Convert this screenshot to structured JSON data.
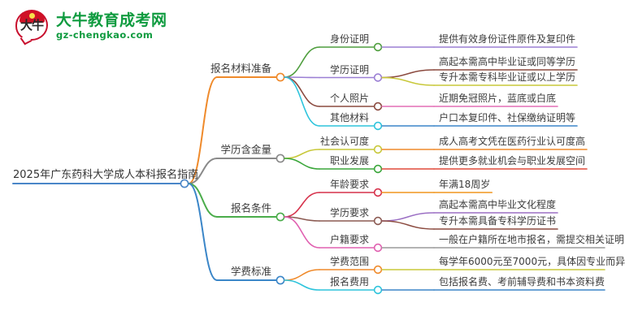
{
  "logo": {
    "mark_text": "大牛",
    "title": "大牛教育成考网",
    "subtitle": "gz-chengkao.com",
    "brand_color": "#0f9b3f",
    "mark_color": "#c8102e"
  },
  "mindmap": {
    "root": {
      "label": "2025年广东药科大学成人本科报名指南",
      "color": "#4a86c8"
    },
    "branches": [
      {
        "label": "报名材料准备",
        "color": "#ef8a2b",
        "children": [
          {
            "label": "身份证明",
            "color": "#4f9e3e",
            "children": [
              {
                "label": "提供有效身份证件原件及复印件",
                "color": "#9b7fd4"
              }
            ]
          },
          {
            "label": "学历证明",
            "color": "#9b7fd4",
            "children": [
              {
                "label": "高起本需高中毕业证或同等学历",
                "color": "#8b4a3f"
              },
              {
                "label": "专升本需专科毕业证或以上学历",
                "color": "#c8c83a"
              }
            ]
          },
          {
            "label": "个人照片",
            "color": "#8b4a3f",
            "children": [
              {
                "label": "近期免冠照片，蓝底或白底",
                "color": "#e36fb5"
              }
            ]
          },
          {
            "label": "其他材料",
            "color": "#2ec4dc",
            "children": [
              {
                "label": "户口本复印件、社保缴纳证明等",
                "color": "#3b86c8"
              }
            ]
          }
        ]
      },
      {
        "label": "学历含金量",
        "color": "#8a8a8a",
        "children": [
          {
            "label": "社会认可度",
            "color": "#c8c83a",
            "children": [
              {
                "label": "成人高考文凭在医药行业认可度高",
                "color": "#ef8a2b"
              }
            ]
          },
          {
            "label": "职业发展",
            "color": "#3aa63a",
            "children": [
              {
                "label": "提供更多就业机会与职业发展空间",
                "color": "#e04a3a"
              }
            ]
          }
        ]
      },
      {
        "label": "报名条件",
        "color": "#4aac4a",
        "children": [
          {
            "label": "年龄要求",
            "color": "#d6304a",
            "children": [
              {
                "label": "年满18周岁",
                "color": "#f0951f"
              }
            ]
          },
          {
            "label": "学历要求",
            "color": "#8b5a52",
            "children": [
              {
                "label": "高起本需高中毕业文化程度",
                "color": "#9b6fc4"
              },
              {
                "label": "专升本需具备专科学历证书",
                "color": "#8b4a3f"
              }
            ]
          },
          {
            "label": "户籍要求",
            "color": "#e060b0",
            "children": [
              {
                "label": "一般在户籍所在地市报名，需提交相关证明",
                "color": "#9a9a9a"
              }
            ]
          }
        ]
      },
      {
        "label": "学费标准",
        "color": "#3b86c8",
        "children": [
          {
            "label": "学费范围",
            "color": "#ef8a2b",
            "children": [
              {
                "label": "每学年6000元至7000元，具体因专业而异",
                "color": "#c8c83a"
              }
            ]
          },
          {
            "label": "报名费用",
            "color": "#2ec4dc",
            "children": [
              {
                "label": "包括报名费、考前辅导费和书本资料费",
                "color": "#3b86c8"
              }
            ]
          }
        ]
      }
    ]
  }
}
